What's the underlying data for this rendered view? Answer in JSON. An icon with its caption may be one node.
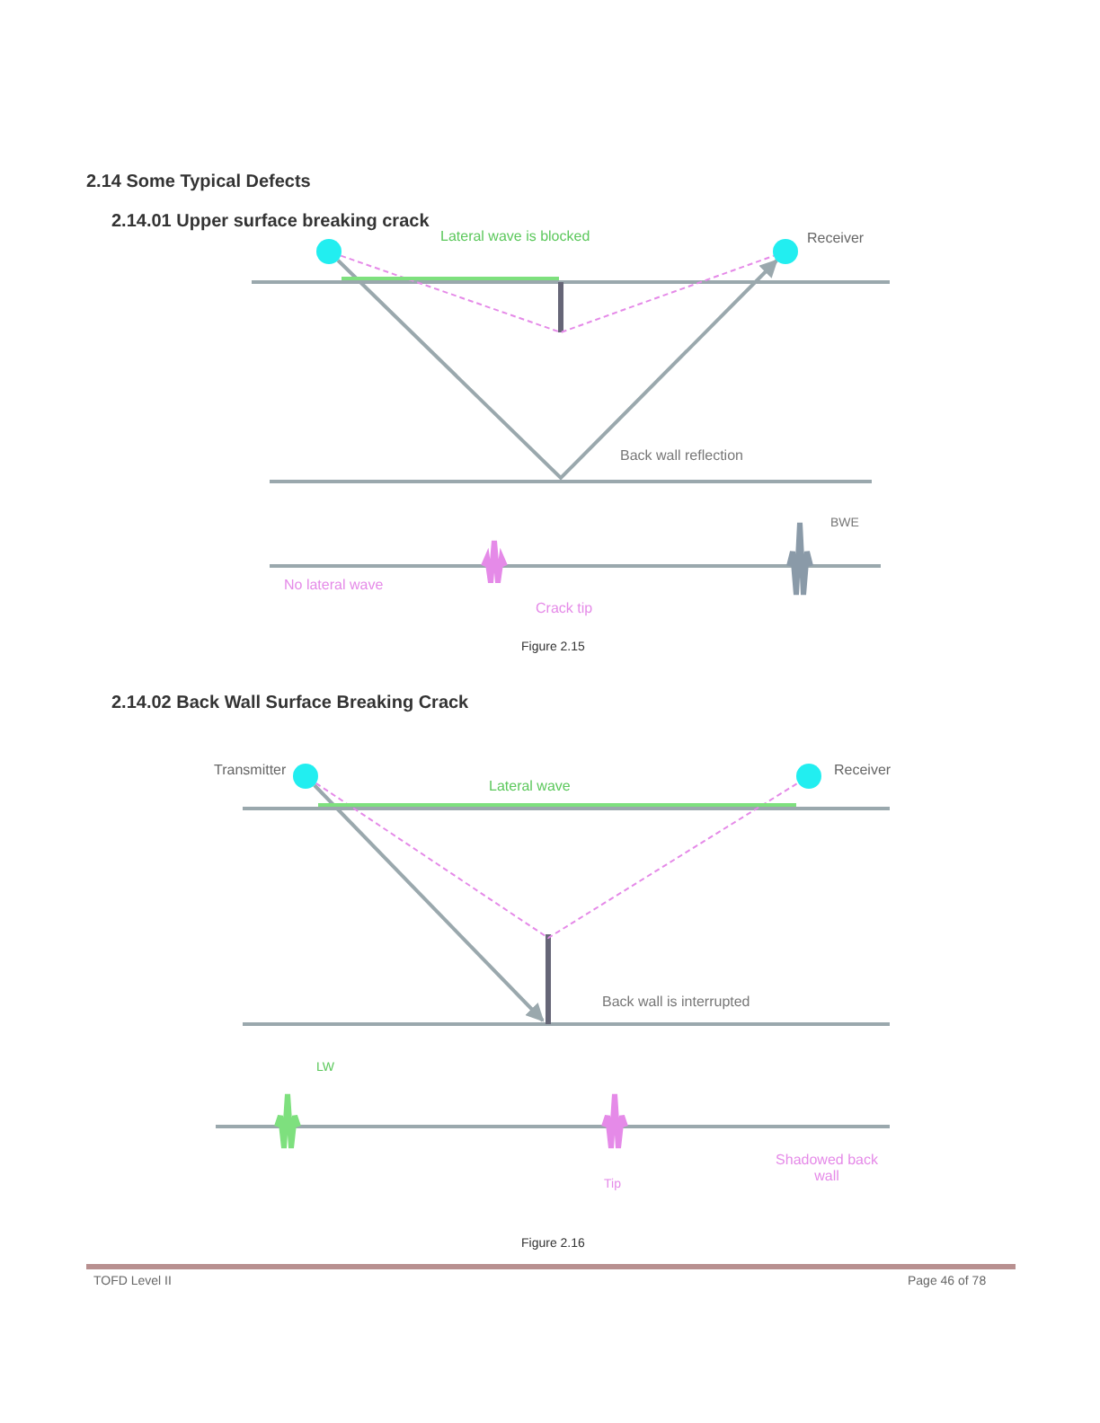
{
  "diagram": {
    "nodes": [
      {
        "text": [],
        "shape": "circle"
      },
      {
        "text": [],
        "shape": "circle",
        "beside": [
          "Receiver"
        ]
      },
      {
        "text": [],
        "shape": "circle",
        "beside": [
          "Transmitter"
        ]
      },
      {
        "text": [],
        "shape": "circle",
        "beside": [
          "Receiver"
        ]
      }
    ],
    "edges": [
      {
        "from": 0,
        "to": 1,
        "arrow": "to"
      },
      {
        "from": 0,
        "to": 1,
        "arrow": "none",
        "style": "dashed",
        "color": "#e58ae8"
      },
      {
        "from": 0,
        "to": null,
        "arrow": "none",
        "color": "#7ee07e"
      },
      {
        "from": 2,
        "to": null,
        "arrow": "to"
      },
      {
        "from": 2,
        "to": 3,
        "arrow": "none",
        "style": "dashed",
        "color": "#e58ae8"
      },
      {
        "from": 2,
        "to": 3,
        "arrow": "none",
        "color": "#7ee07e"
      }
    ],
    "labels": [
      "2.14 Some Typical Defects",
      "2.14.01 Upper surface breaking crack",
      "Lateral wave is blocked",
      "Back wall reflection",
      "BWE",
      "No lateral wave",
      "Crack tip",
      "Figure 2.15",
      "2.14.02 Back Wall Surface Breaking Crack",
      "Lateral wave",
      "Back wall is interrupted",
      "LW",
      "Tip",
      "Shadowed back wall",
      "Figure 2.16",
      "TOFD Level II",
      "Page 46 of 78"
    ]
  }
}
